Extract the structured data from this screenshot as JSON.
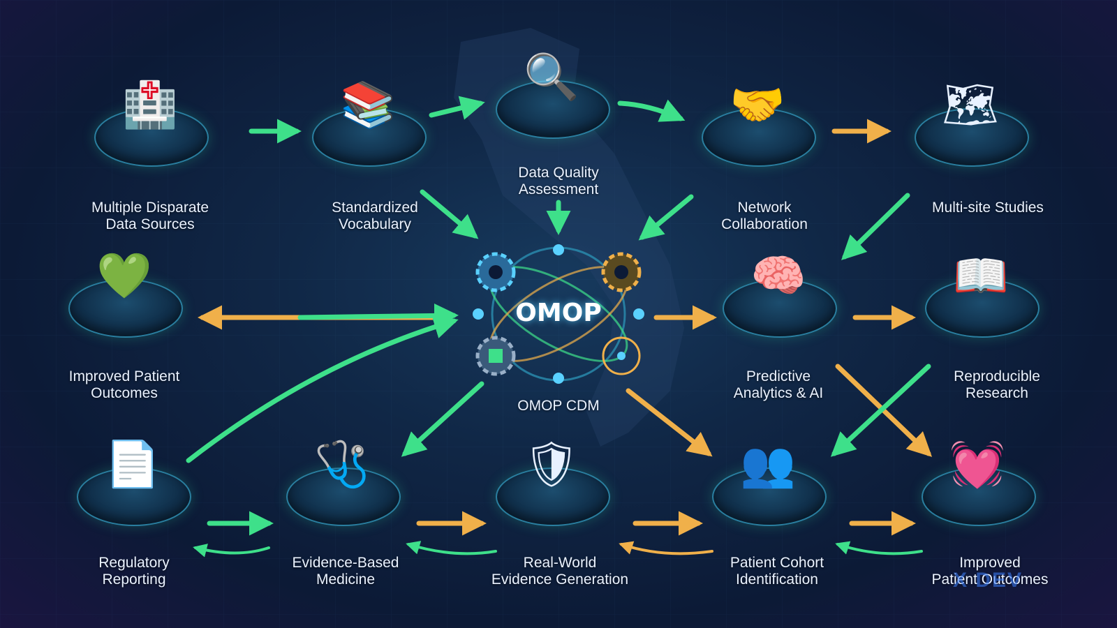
{
  "center": {
    "title": "OMOP",
    "label": "OMOP CDM"
  },
  "nodes": [
    {
      "id": "sources",
      "label": [
        "Multiple Disparate",
        "Data Sources"
      ]
    },
    {
      "id": "vocab",
      "label": [
        "Standardized",
        "Vocabulary"
      ]
    },
    {
      "id": "dqa",
      "label": [
        "Data Quality",
        "Assessment"
      ]
    },
    {
      "id": "network",
      "label": [
        "Network",
        "Collaboration"
      ]
    },
    {
      "id": "multisite",
      "label": [
        "Multi-site Studies"
      ]
    },
    {
      "id": "outcomes1",
      "label": [
        "Improved Patient",
        "Outcomes"
      ]
    },
    {
      "id": "predictive",
      "label": [
        "Predictive",
        "Analytics & AI"
      ]
    },
    {
      "id": "reproducible",
      "label": [
        "Reproducible",
        "Research"
      ]
    },
    {
      "id": "regulatory",
      "label": [
        "Regulatory",
        "Reporting"
      ]
    },
    {
      "id": "ebm",
      "label": [
        "Evidence-Based",
        "Medicine"
      ]
    },
    {
      "id": "rwe",
      "label": [
        "Real-World",
        "Evidence Generation"
      ]
    },
    {
      "id": "cohort",
      "label": [
        "Patient Cohort",
        "Identification"
      ]
    },
    {
      "id": "outcomes2",
      "label": [
        "Improved",
        "Patient Outcomes"
      ]
    }
  ],
  "watermark": "X DEV",
  "colors": {
    "green": "#3ee08a",
    "orange": "#f0b04a",
    "teal": "#2a8fb0",
    "accent": "#5ad1ff"
  }
}
